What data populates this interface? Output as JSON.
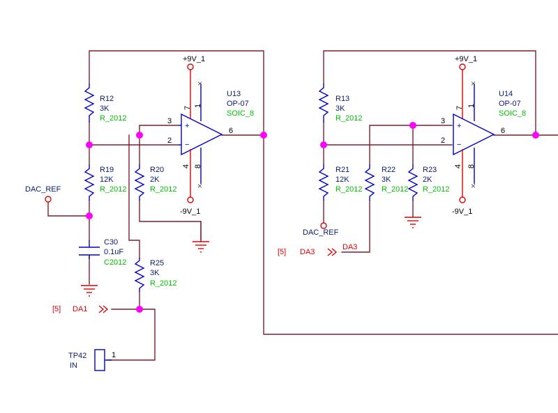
{
  "left": {
    "opamp": {
      "ref": "U13",
      "value": "OP-07",
      "package": "SOIC_8"
    },
    "supply": {
      "pos": "+9V_1",
      "neg": "-9V_1"
    },
    "pins": {
      "plus": "3",
      "minus": "2",
      "out": "6",
      "p7": "7",
      "p1": "1",
      "p4": "4",
      "p8": "8"
    },
    "r12": {
      "ref": "R12",
      "value": "3K",
      "package": "R_2012"
    },
    "r19": {
      "ref": "R19",
      "value": "12K",
      "package": "R_2012"
    },
    "r20": {
      "ref": "R20",
      "value": "2K",
      "package": "R_2012"
    },
    "r25": {
      "ref": "R25",
      "value": "3K",
      "package": "R_2012"
    },
    "c30": {
      "ref": "C30",
      "value": "0.1uF",
      "package": "C2012"
    },
    "dac_ref": "DAC_REF",
    "offpage": {
      "sheet": "[5]",
      "net": "DA1"
    },
    "testpoint": {
      "ref": "TP42",
      "name": "IN",
      "pin": "1"
    }
  },
  "right": {
    "opamp": {
      "ref": "U14",
      "value": "OP-07",
      "package": "SOIC_8"
    },
    "supply": {
      "pos": "+9V_1",
      "neg": "-9V_1"
    },
    "pins": {
      "plus": "3",
      "minus": "2",
      "out": "6",
      "p7": "7",
      "p1": "1",
      "p4": "4",
      "p8": "8"
    },
    "r13": {
      "ref": "R13",
      "value": "3K",
      "package": "R_2012"
    },
    "r21": {
      "ref": "R21",
      "value": "12K",
      "package": "R_2012"
    },
    "r22": {
      "ref": "R22",
      "value": "3K",
      "package": "R_2012"
    },
    "r23": {
      "ref": "R23",
      "value": "2K",
      "package": "R_2012"
    },
    "dac_ref": "DAC_REF",
    "offpage": {
      "sheet": "[5]",
      "net": "DA3",
      "net_label": "DA3"
    }
  },
  "colors": {
    "wire": "#7f1d2d",
    "component": "#0000cc",
    "power": "#e00000",
    "junction": "#ff00ff",
    "ref_text": "#0a1a6b",
    "package_text": "#00c000",
    "offpage_text": "#e00000"
  }
}
